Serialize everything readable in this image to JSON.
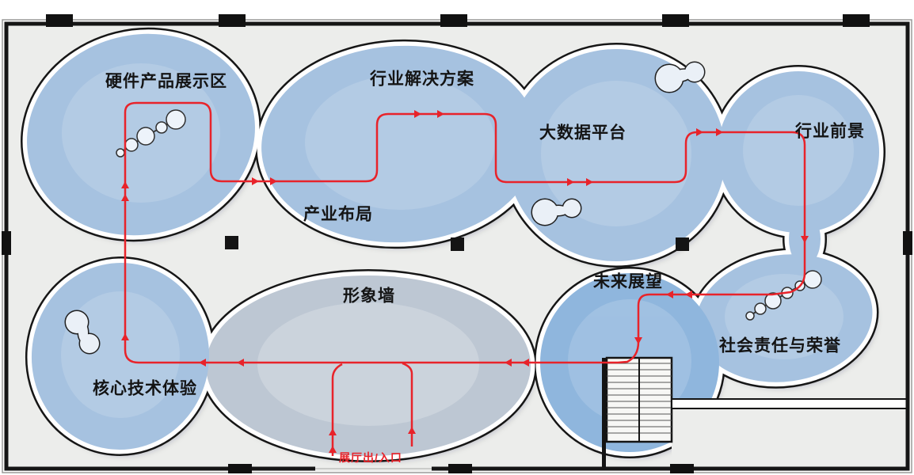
{
  "plan": {
    "title": "exhibition-hall-floor-plan",
    "zones": [
      {
        "label": "硬件产品展示区"
      },
      {
        "label": "行业解决方案"
      },
      {
        "label": "大数据平台"
      },
      {
        "label": "行业前景"
      },
      {
        "label": "产业布局"
      },
      {
        "label": "形象墙"
      },
      {
        "label": "未来展望"
      },
      {
        "label": "社会责任与荣誉"
      },
      {
        "label": "核心技术体验"
      }
    ],
    "entrance_label": "展厅出/入口",
    "colors": {
      "zone_blue": "#a6c2e0",
      "zone_deep_blue": "#8fb6dd",
      "zone_gray": "#bdc7d3",
      "floor": "#ecedeb",
      "wall": "#1a1a1a",
      "route_red": "#e8232a",
      "outline_white": "#ffffff"
    }
  }
}
